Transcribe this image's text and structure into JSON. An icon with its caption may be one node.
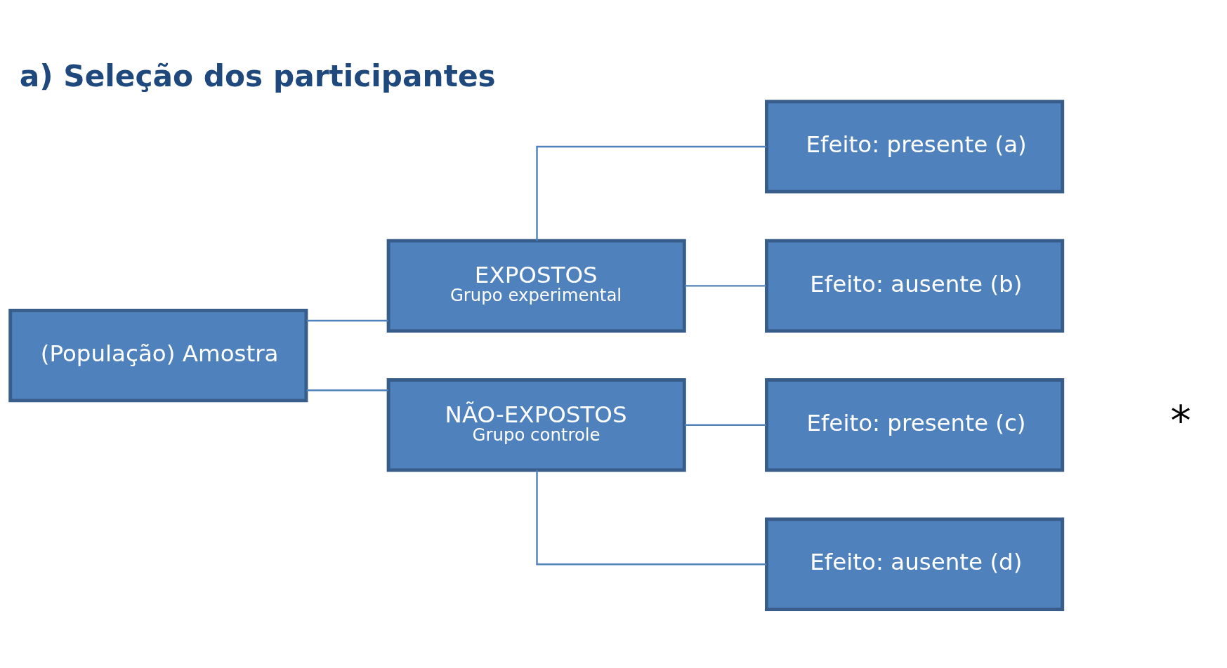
{
  "diagram": {
    "title": "a) Seleção dos participantes",
    "nodes": [
      {
        "text": [
          "(População) Amostra"
        ]
      },
      {
        "text": [
          "EXPOSTOS",
          "Grupo experimental"
        ]
      },
      {
        "text": [
          "NÃO-EXPOSTOS",
          "Grupo controle"
        ]
      },
      {
        "text": [
          "Efeito: presente (a)"
        ]
      },
      {
        "text": [
          "Efeito: ausente (b)"
        ]
      },
      {
        "text": [
          "Efeito: presente (c)"
        ]
      },
      {
        "text": [
          "Efeito: ausente (d)"
        ]
      }
    ],
    "edges": [
      {
        "from": 0,
        "to": 1,
        "arrow": "none"
      },
      {
        "from": 0,
        "to": 2,
        "arrow": "none"
      },
      {
        "from": 1,
        "to": 3,
        "arrow": "none"
      },
      {
        "from": 1,
        "to": 4,
        "arrow": "none"
      },
      {
        "from": 2,
        "to": 5,
        "arrow": "none"
      },
      {
        "from": 2,
        "to": 6,
        "arrow": "none"
      }
    ],
    "labels": [
      "*"
    ]
  }
}
